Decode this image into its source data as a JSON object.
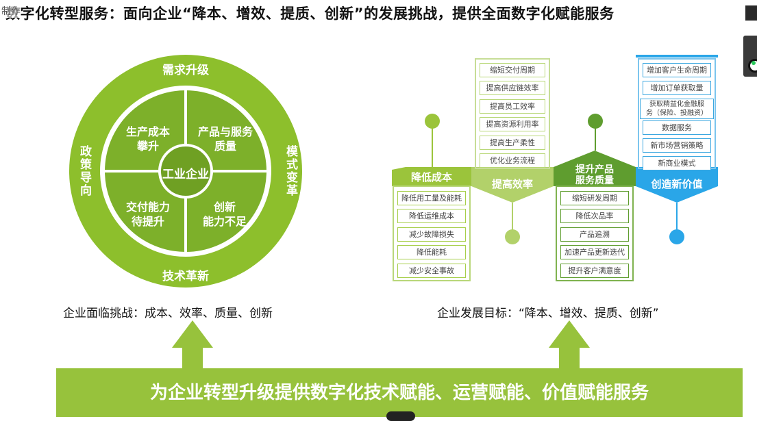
{
  "header": {
    "title": "数字化转型服务：面向企业“降本、增效、提质、创新”的发展挑战，提供全面数字化赋能服务",
    "overlay_text": "制作"
  },
  "challenge_circle": {
    "ring_labels": {
      "top": "需求升级",
      "left": "政策导向",
      "right": "模式变革",
      "bottom": "技术革新"
    },
    "quadrants": {
      "top_left": [
        "生产成本",
        "攀升"
      ],
      "top_right": [
        "产品与服务",
        "质量"
      ],
      "bottom_left": [
        "交付能力",
        "待提升"
      ],
      "bottom_right": [
        "创新",
        "能力不足"
      ]
    },
    "core": "工业企业",
    "caption": "企业面临挑战：成本、效率、质量、创新"
  },
  "goal_diagram": {
    "caption": "企业发展目标：“降本、增效、提质、创新”",
    "stages": [
      {
        "label": "降低成本",
        "color": "#9bc43b",
        "items": [
          "降低用工量及能耗",
          "降低运维成本",
          "减少故障损失",
          "降低能耗",
          "减少安全事故"
        ]
      },
      {
        "label": "提高效率",
        "color": "#b2d16a",
        "items": [
          "缩短交付周期",
          "提高供应链效率",
          "提高员工效率",
          "提高资源利用率",
          "提高生产柔性",
          "优化业务流程"
        ]
      },
      {
        "label": "提升产品服务质量",
        "label_lines": [
          "提升产品",
          "服务质量"
        ],
        "color": "#5f9d2f",
        "items": [
          "缩短研发周期",
          "降低次品率",
          "产品追溯",
          "加速产品更新迭代",
          "提升客户满意度"
        ]
      },
      {
        "label": "创造新价值",
        "color": "#2aa6e8",
        "items": [
          "增加客户生命周期",
          "增加订单获取量",
          "获取精益化金融服务（保险、投融资）",
          "数据服务",
          "新市场营销策略",
          "新商业模式"
        ],
        "multiline_item": [
          "获取精益化金融服",
          "务（保险、投融资）"
        ]
      }
    ]
  },
  "banner": {
    "text": "为企业转型升级提供数字化技术赋能、运营赋能、价值赋能服务"
  }
}
